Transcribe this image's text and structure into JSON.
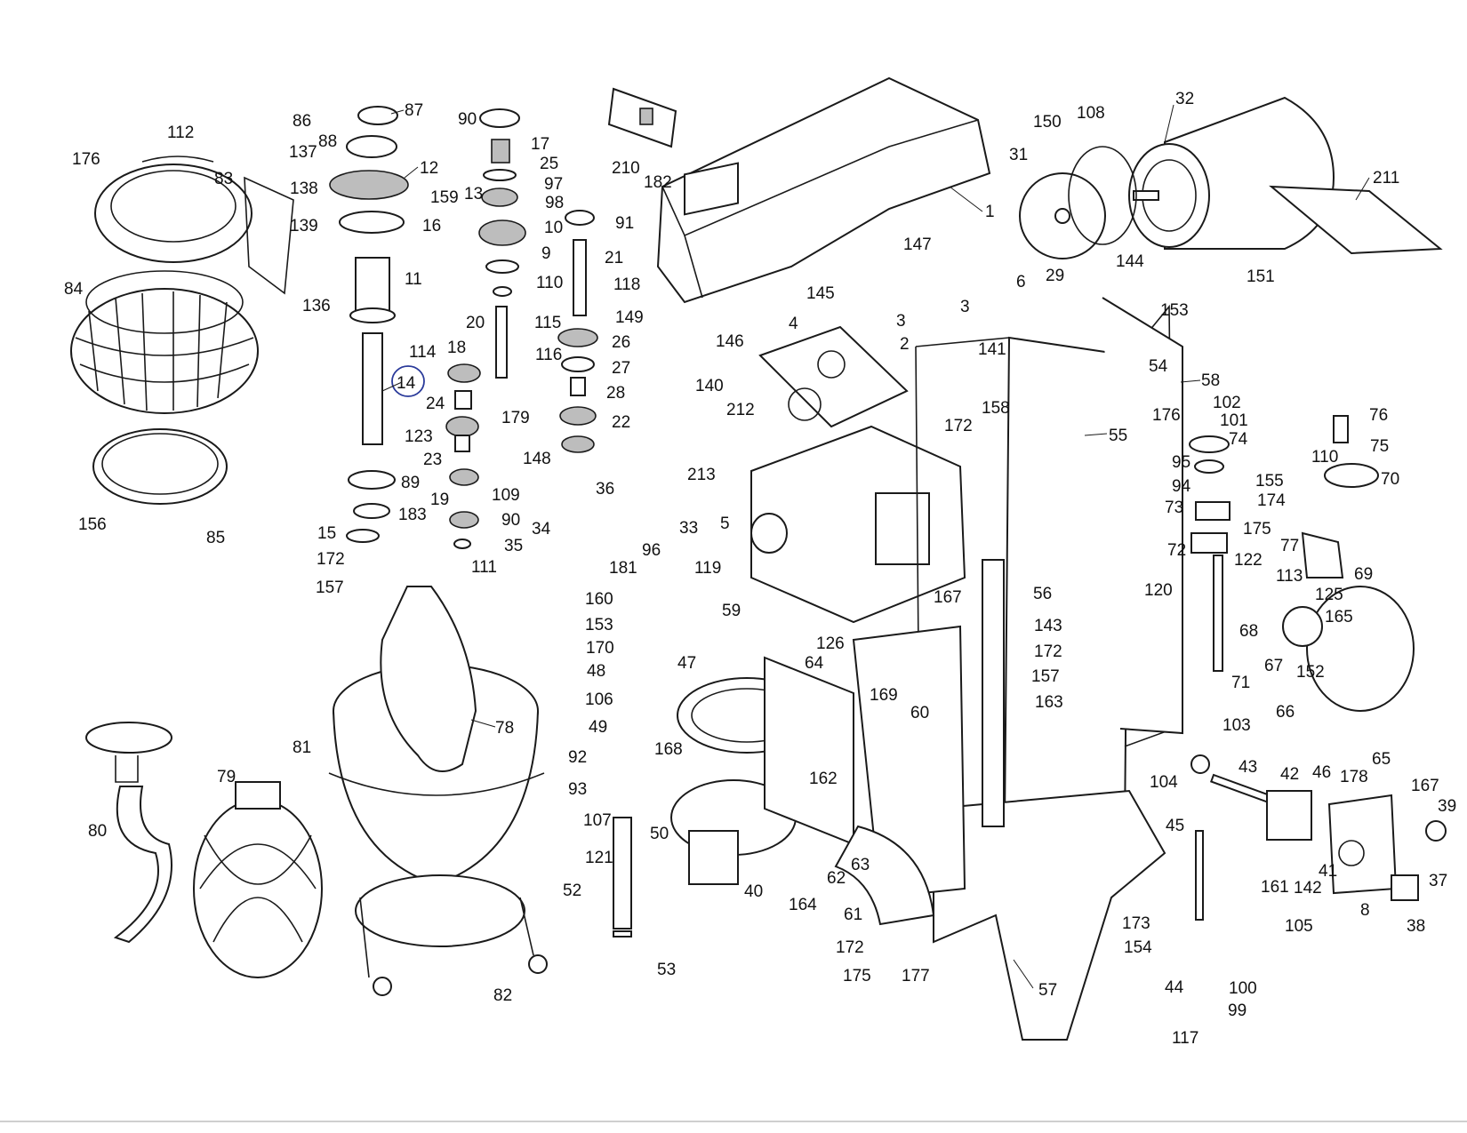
{
  "diagram": {
    "type": "exploded-parts-diagram",
    "circled_callout": "14",
    "colors": {
      "ink": "#1a1a1a",
      "paper": "#ffffff",
      "circle_mark": "#2a3a9a"
    },
    "callouts": [
      "1",
      "2",
      "3",
      "3",
      "4",
      "5",
      "6",
      "8",
      "9",
      "10",
      "11",
      "12",
      "13",
      "14",
      "15",
      "16",
      "17",
      "18",
      "19",
      "20",
      "21",
      "22",
      "23",
      "24",
      "25",
      "26",
      "27",
      "28",
      "29",
      "31",
      "32",
      "33",
      "34",
      "35",
      "36",
      "37",
      "38",
      "39",
      "40",
      "41",
      "42",
      "43",
      "44",
      "45",
      "46",
      "47",
      "48",
      "49",
      "50",
      "52",
      "53",
      "54",
      "55",
      "56",
      "57",
      "58",
      "59",
      "60",
      "61",
      "62",
      "63",
      "64",
      "65",
      "66",
      "67",
      "68",
      "69",
      "70",
      "71",
      "72",
      "73",
      "74",
      "75",
      "76",
      "77",
      "78",
      "79",
      "80",
      "81",
      "82",
      "83",
      "84",
      "85",
      "86",
      "87",
      "88",
      "89",
      "90",
      "90",
      "91",
      "92",
      "93",
      "94",
      "95",
      "96",
      "97",
      "98",
      "99",
      "100",
      "101",
      "102",
      "103",
      "104",
      "105",
      "106",
      "107",
      "108",
      "109",
      "110",
      "110",
      "111",
      "112",
      "113",
      "114",
      "115",
      "116",
      "117",
      "118",
      "119",
      "120",
      "121",
      "122",
      "123",
      "125",
      "126",
      "136",
      "137",
      "138",
      "139",
      "140",
      "141",
      "142",
      "143",
      "144",
      "145",
      "146",
      "147",
      "148",
      "149",
      "150",
      "151",
      "152",
      "153",
      "153",
      "154",
      "155",
      "156",
      "157",
      "157",
      "158",
      "159",
      "160",
      "161",
      "162",
      "163",
      "164",
      "165",
      "167",
      "167",
      "168",
      "169",
      "170",
      "172",
      "172",
      "172",
      "172",
      "173",
      "174",
      "175",
      "175",
      "176",
      "176",
      "177",
      "178",
      "179",
      "181",
      "182",
      "183",
      "210",
      "211",
      "212",
      "213"
    ]
  }
}
